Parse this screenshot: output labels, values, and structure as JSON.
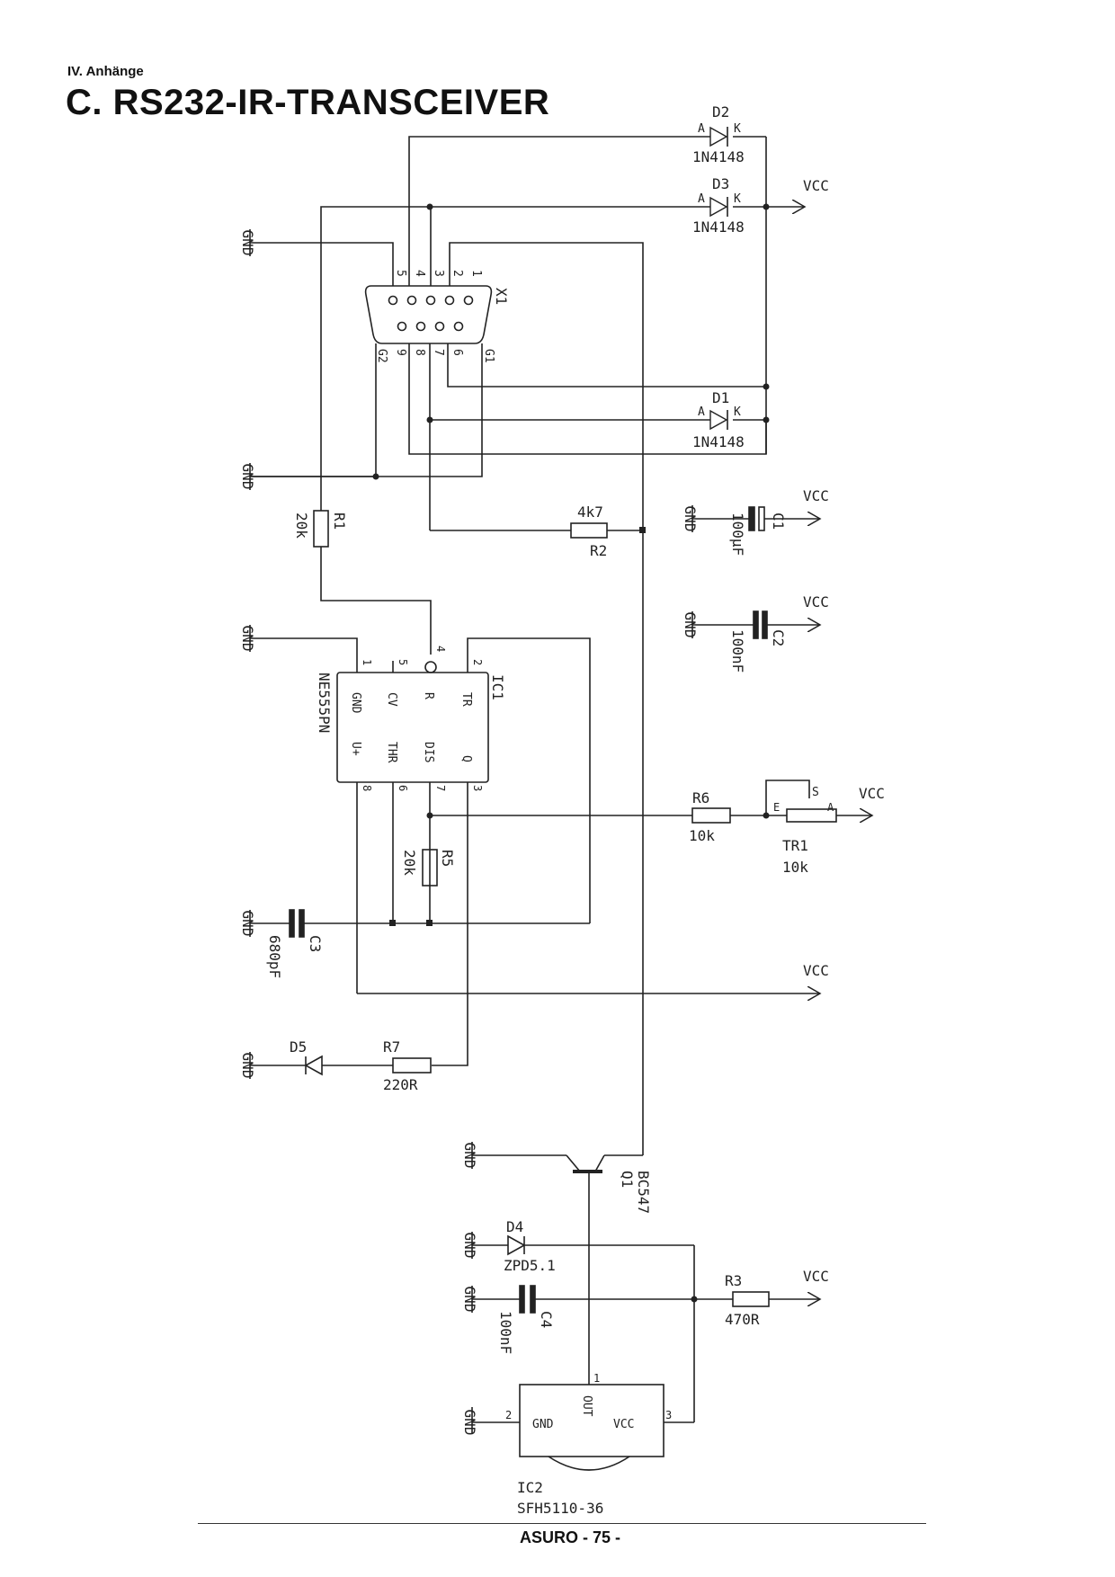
{
  "header": {
    "section": "IV.  Anhänge",
    "title": "C. RS232-IR-TRANSCEIVER"
  },
  "footer": {
    "page": "ASURO - 75 -"
  },
  "labels": {
    "gnd": "GND",
    "vcc": "VCC",
    "d2": "D2",
    "d3": "D3",
    "d1": "D1",
    "d123_value": "1N4148",
    "anode": "A",
    "cathode": "K",
    "x1": "X1",
    "x1_pins_top": [
      "5",
      "4",
      "3",
      "2",
      "1"
    ],
    "x1_pins_bottom": [
      "9",
      "8",
      "7",
      "6"
    ],
    "x1_g1": "G1",
    "x1_g2": "G2",
    "r1": "R1",
    "r1_value": "20k",
    "r2": "R2",
    "r2_value": "4k7",
    "c1": "C1",
    "c1_value": "100µF",
    "c2": "C2",
    "c2_value": "100nF",
    "ic1": "IC1",
    "ic1_type": "NE555PN",
    "ic1_pin_labels": [
      "GND",
      "CV",
      "R",
      "TR",
      "U+",
      "THR",
      "DIS",
      "Q"
    ],
    "ic1_pins_top": [
      "1",
      "5",
      "4",
      "2"
    ],
    "ic1_pins_bottom": [
      "8",
      "6",
      "7",
      "3"
    ],
    "r5": "R5",
    "r5_value": "20k",
    "r6": "R6",
    "r6_value": "10k",
    "tr1": "TR1",
    "tr1_value": "10k",
    "tr1_pins": [
      "S",
      "E",
      "A"
    ],
    "c3": "C3",
    "c3_value": "680pF",
    "d5": "D5",
    "r7": "R7",
    "r7_value": "220R",
    "q1": "Q1",
    "q1_type": "BC547",
    "d4": "D4",
    "d4_value": "ZPD5.1",
    "c4": "C4",
    "c4_value": "100nF",
    "r3": "R3",
    "r3_value": "470R",
    "ic2": "IC2",
    "ic2_type": "SFH5110-36",
    "ic2_pin_labels": [
      "GND",
      "OUT",
      "VCC"
    ],
    "ic2_pins": [
      "2",
      "1",
      "3"
    ]
  }
}
